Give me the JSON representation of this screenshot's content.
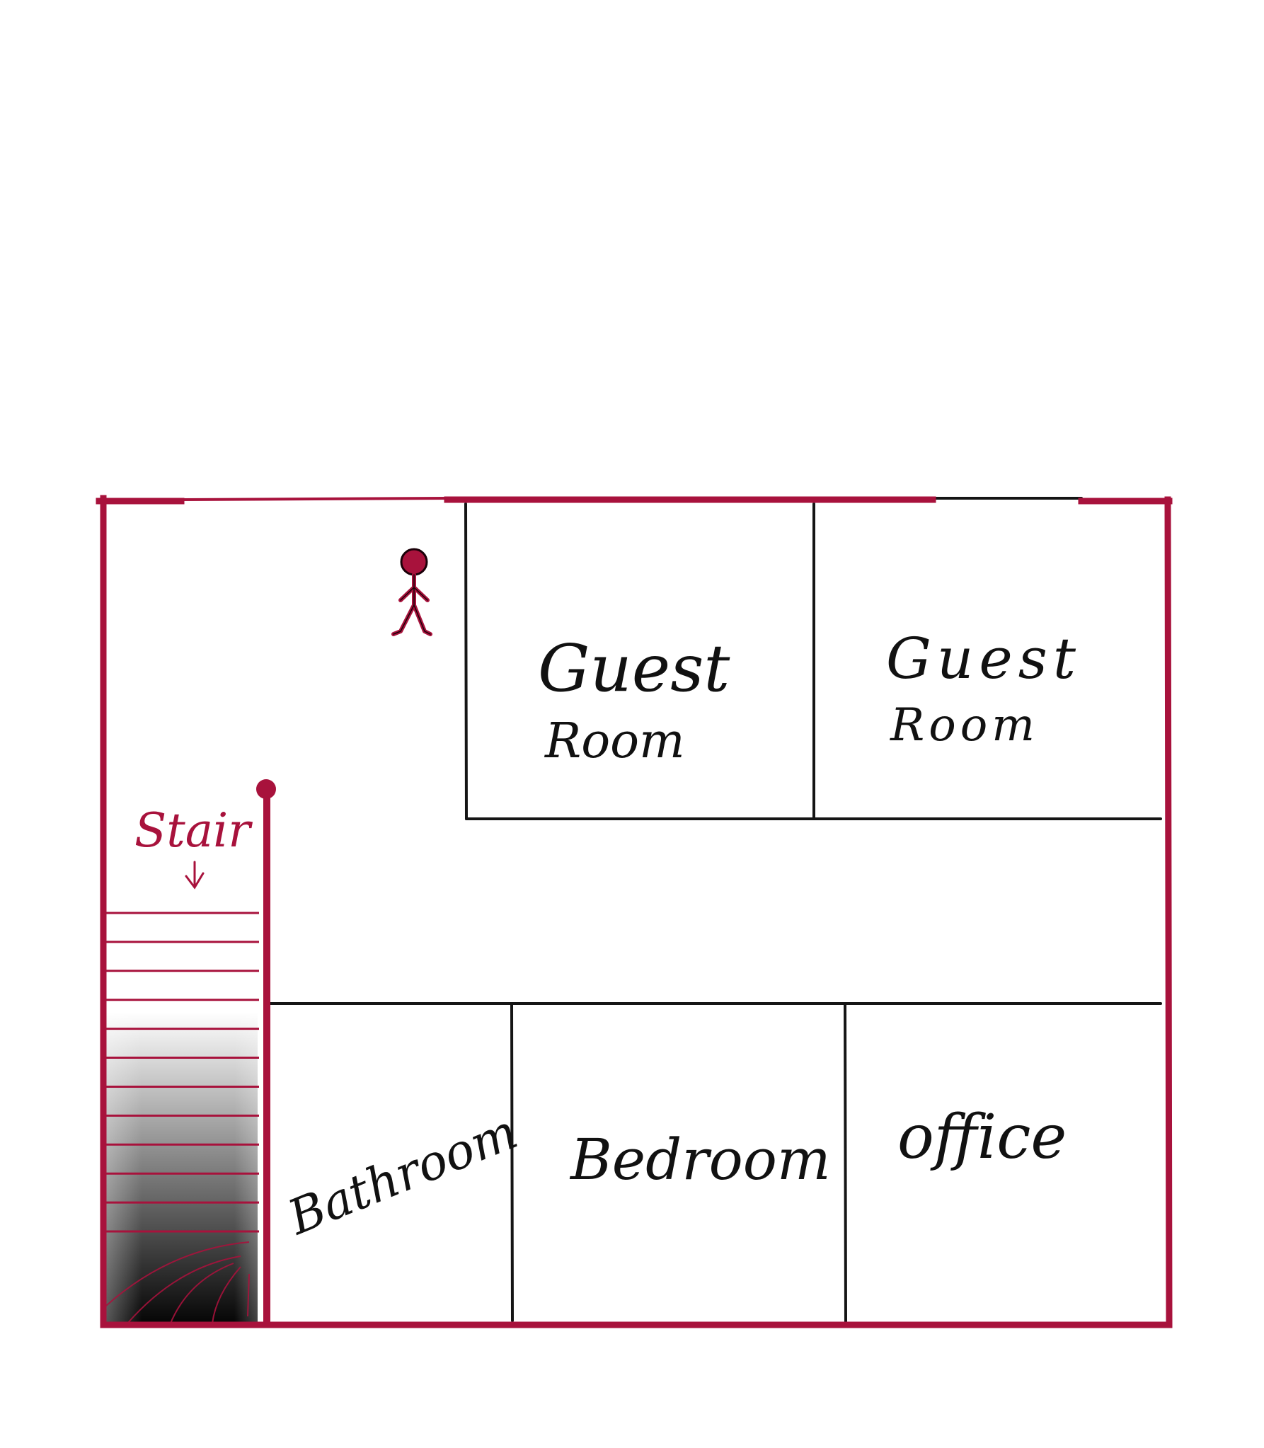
{
  "colors": {
    "wall": "#a8123c",
    "interior_line": "#151515",
    "label": "#111111",
    "stair_label": "#a8123c",
    "background": "#ffffff"
  },
  "rooms": [
    {
      "id": "guest-room-1",
      "label_lines": [
        "Guest",
        "Room"
      ]
    },
    {
      "id": "guest-room-2",
      "label_lines": [
        "Guest",
        "Room"
      ]
    },
    {
      "id": "bathroom",
      "label_lines": [
        "Bathroom"
      ]
    },
    {
      "id": "bedroom",
      "label_lines": [
        "Bedroom"
      ]
    },
    {
      "id": "office",
      "label_lines": [
        "office"
      ]
    }
  ],
  "stair": {
    "label": "Stair",
    "arrow_icon": "down-arrow-icon",
    "step_count": 12
  },
  "person": {
    "icon": "person-stick-figure-icon"
  }
}
